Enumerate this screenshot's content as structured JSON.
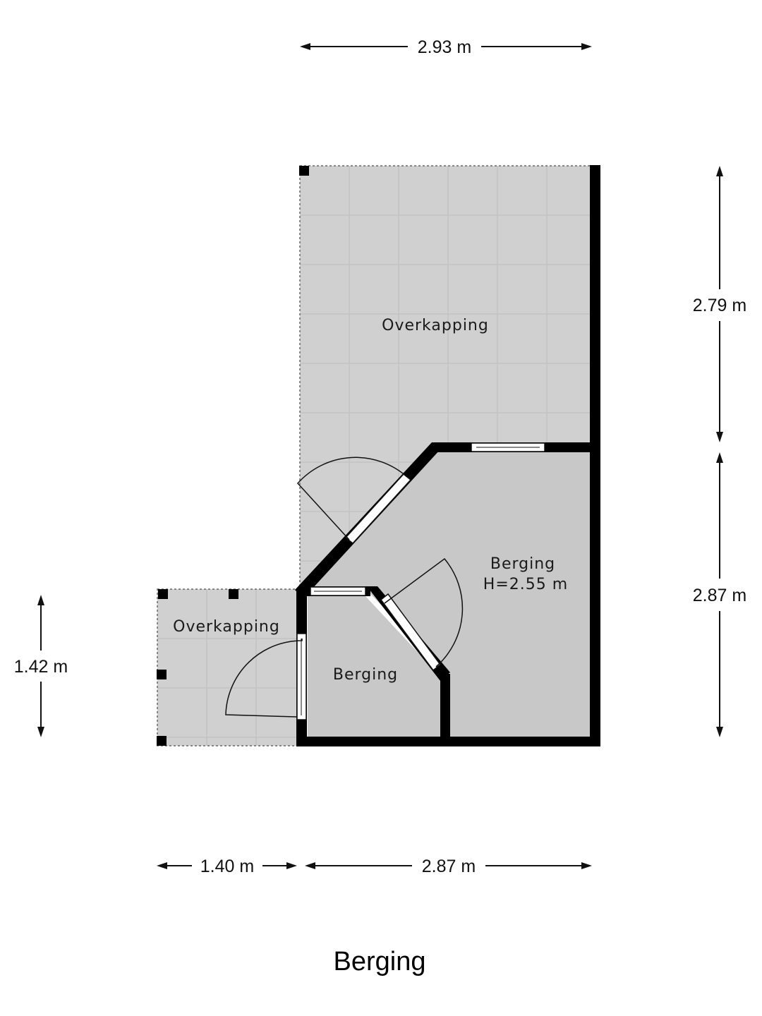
{
  "title": "Berging",
  "rooms": {
    "overkapping_main": "Overkapping",
    "overkapping_small": "Overkapping",
    "berging_main_name": "Berging",
    "berging_main_height": "H=2.55 m",
    "berging_small": "Berging"
  },
  "dimensions": {
    "top_width": "2.93 m",
    "right_upper": "2.79 m",
    "right_lower": "2.87 m",
    "left_height": "1.42 m",
    "bottom_left": "1.40 m",
    "bottom_right": "2.87 m"
  }
}
